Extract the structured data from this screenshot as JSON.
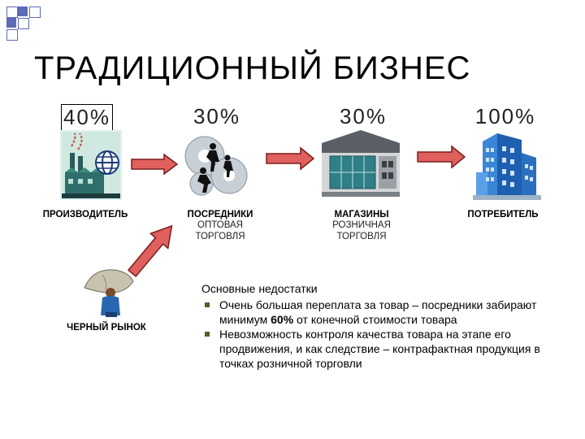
{
  "title": "ТРАДИЦИОННЫЙ БИЗНЕС",
  "stages": [
    {
      "percent": "40%",
      "label": "ПРОИЗВОДИТЕЛЬ",
      "sub": []
    },
    {
      "percent": "30%",
      "label": "ПОСРЕДНИКИ",
      "sub": [
        "ОПТОВАЯ",
        "ТОРГОВЛЯ"
      ]
    },
    {
      "percent": "30%",
      "label": "МАГАЗИНЫ",
      "sub": [
        "РОЗНИЧНАЯ",
        "ТОРГОВЛЯ"
      ]
    },
    {
      "percent": "100%",
      "label": "ПОТРЕБИТЕЛЬ",
      "sub": []
    }
  ],
  "black_market_label": "ЧЕРНЫЙ РЫНОК",
  "notes": {
    "heading": "Основные недостатки",
    "bullet1_pre": "Очень большая переплата за товар – посредники забирают минимум ",
    "bullet1_bold": "60%",
    "bullet1_post": " от конечной стоимости товара",
    "bullet2": "Невозможность контроля качества товара на этапе его продвижения, и как следствие – контрафактная продукция в точках розничной торговли"
  },
  "icons": [
    "factory-icon",
    "globe-icon",
    "gears-icon",
    "businessmen-icon",
    "store-building-icon",
    "skyscraper-icon",
    "person-with-sack-icon",
    "arrow-right-icon",
    "arrow-diagonal-icon"
  ],
  "colors": {
    "arrow_fill": "#e0605e",
    "arrow_stroke": "#7a1d1d",
    "corner_squares": "#5b6bb5",
    "bullet": "#5a5a2a"
  }
}
